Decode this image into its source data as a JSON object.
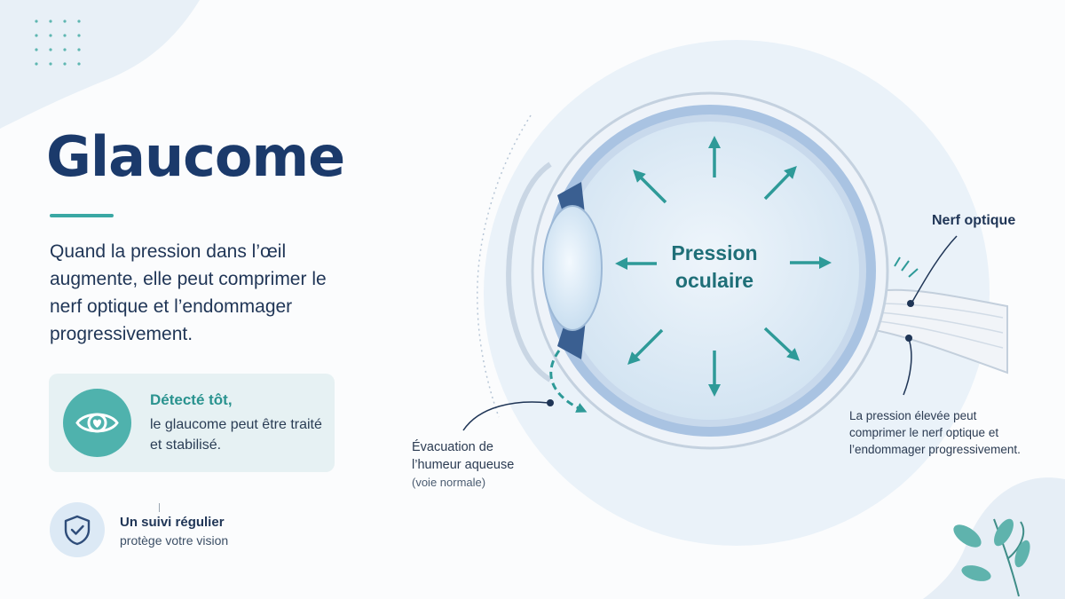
{
  "title": "Glaucome",
  "intro": "Quand la pression dans l’œil augmente, elle peut comprimer le nerf optique et l’endommager progressivement.",
  "callout": {
    "title": "Détecté tôt,",
    "body": "le glaucome peut être traité et stabilisé.",
    "icon": "eye-heart-icon"
  },
  "follow_up": {
    "title": "Un suivi régulier",
    "body": "protège votre vision",
    "icon": "shield-check-icon"
  },
  "diagram": {
    "center_label": "Pression oculaire",
    "nerve_label": "Nerf optique",
    "nerve_note": "La pression élevée peut comprimer le nerf optique et l’endommager progressivement.",
    "drainage_label": "Évacuation de l’humeur aqueuse",
    "drainage_sub": "(voie normale)"
  },
  "colors": {
    "title": "#1b3a6b",
    "accent_teal": "#3aa8a4",
    "eye_blue": "#a9c3e2",
    "background": "#fbfcfd"
  }
}
